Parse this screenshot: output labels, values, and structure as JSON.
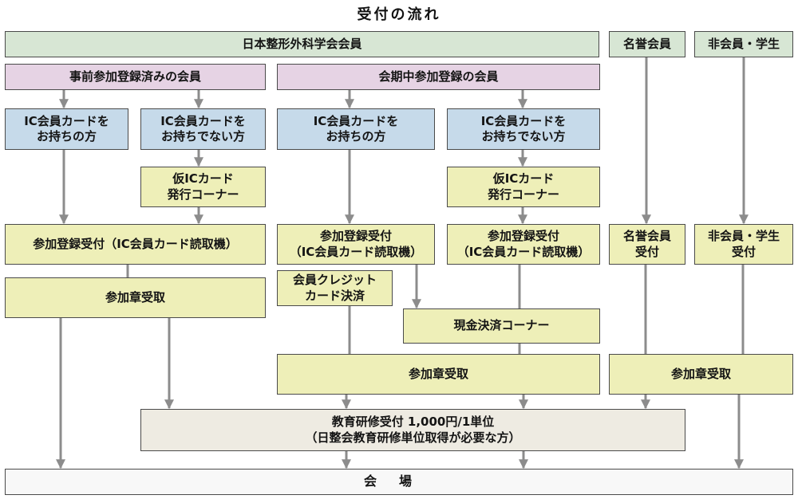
{
  "title": "受付の流れ",
  "header": {
    "jos_members": "日本整形外科学会会員",
    "honorary": "名誉会員",
    "non_member": "非会員・学生"
  },
  "groups": {
    "pre_registered": "事前参加登録済みの会員",
    "on_site": "会期中参加登録の会員"
  },
  "card": {
    "with_card": "IC会員カードを\nお持ちの方",
    "without_card": "IC会員カードを\nお持ちでない方",
    "temp_card": "仮ICカード\n発行コーナー"
  },
  "reception": {
    "pre_reader": "参加登録受付（IC会員カード読取機）",
    "onsite_reader": "参加登録受付\n（IC会員カード読取機）",
    "honorary": "名誉会員\n受付",
    "non_member": "非会員・学生\n受付"
  },
  "payment": {
    "credit": "会員クレジット\nカード決済",
    "cash": "現金決済コーナー"
  },
  "badge": "参加章受取",
  "education": "教育研修受付 1,000円/1単位\n（日整会教育研修単位取得が必要な方）",
  "venue": "会場",
  "colors": {
    "green": "#d7e6d4",
    "pink": "#e6d3e4",
    "blue": "#c6daea",
    "yellow": "#eeefb8",
    "beige": "#eeebe2",
    "arrow": "#8c8c8c"
  }
}
